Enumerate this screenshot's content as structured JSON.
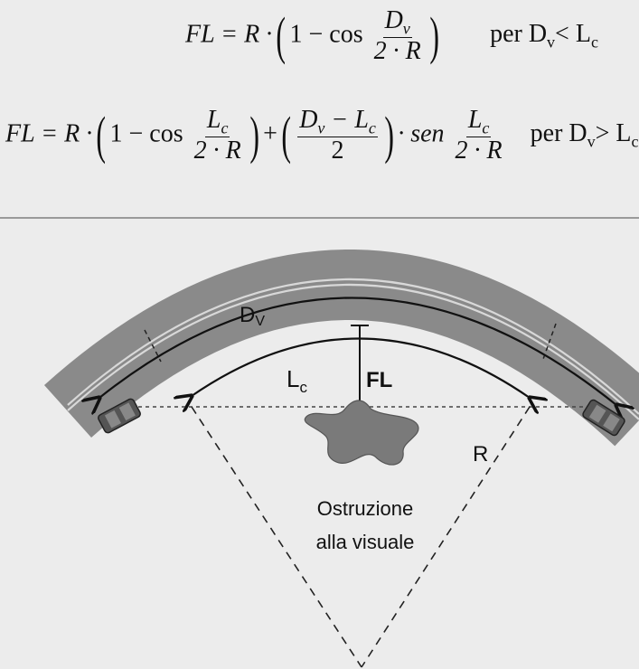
{
  "formula1": {
    "lhs": "FL = R ·",
    "one_minus_cos": "1 − cos",
    "num": "D",
    "num_sub": "v",
    "den": "2 · R",
    "cond": "per D",
    "cond_sub1": "v",
    "cond_op": "< L",
    "cond_sub2": "c"
  },
  "formula2": {
    "lhs": "FL = R ·",
    "one_minus_cos": "1 − cos",
    "num1": "L",
    "num1_sub": "c",
    "den1": "2 · R",
    "plus": "+",
    "num2": "D",
    "num2_sub": "v",
    "num2_minus": " − L",
    "num2_sub2": "c",
    "den2": "2",
    "sen": "· sen",
    "num3": "L",
    "num3_sub": "c",
    "den3": "2 · R",
    "cond": "per D",
    "cond_sub1": "v",
    "cond_op": "> L",
    "cond_sub2": "c"
  },
  "diagram": {
    "label_dv": "D",
    "label_dv_sub": "V",
    "label_lc": "L",
    "label_lc_sub": "c",
    "label_fl": "FL",
    "label_r": "R",
    "obstruction_line1": "Ostruzione",
    "obstruction_line2": "alla visuale"
  },
  "colors": {
    "road": "#8a8a8a",
    "road_edge": "#6f6f6f",
    "obstruction": "#7a7a7a",
    "background": "#ececec"
  }
}
